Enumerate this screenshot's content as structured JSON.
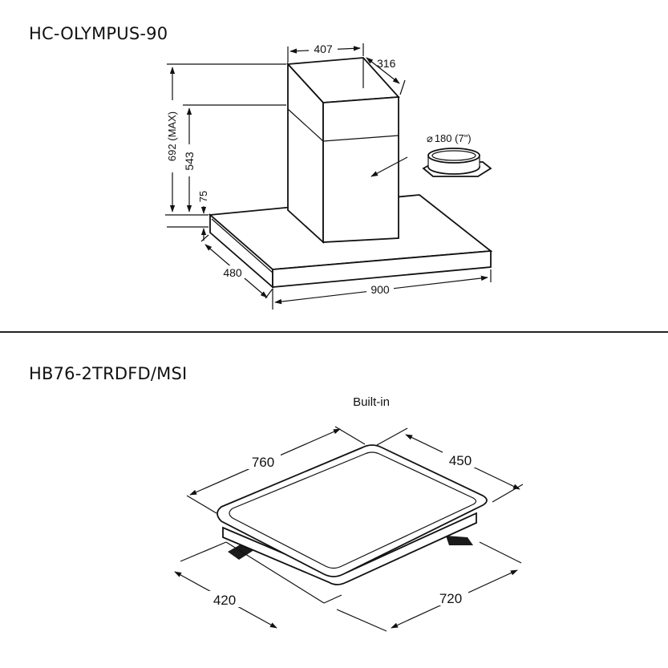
{
  "hood": {
    "model": "HC-OLYMPUS-90",
    "dim_chimney_width": "407",
    "dim_chimney_depth": "316",
    "dim_max_height": "692 (MAX)",
    "dim_min_height": "543",
    "dim_canopy_height": "75",
    "dim_canopy_depth": "480",
    "dim_canopy_width": "900",
    "dim_duct": "180 (7\")",
    "duct_symbol": "⌀"
  },
  "hob": {
    "model": "HB76-2TRDFD/MSI",
    "install_type": "Built-in",
    "dim_width": "760",
    "dim_depth": "450",
    "dim_cutout_depth": "420",
    "dim_cutout_width": "720"
  }
}
